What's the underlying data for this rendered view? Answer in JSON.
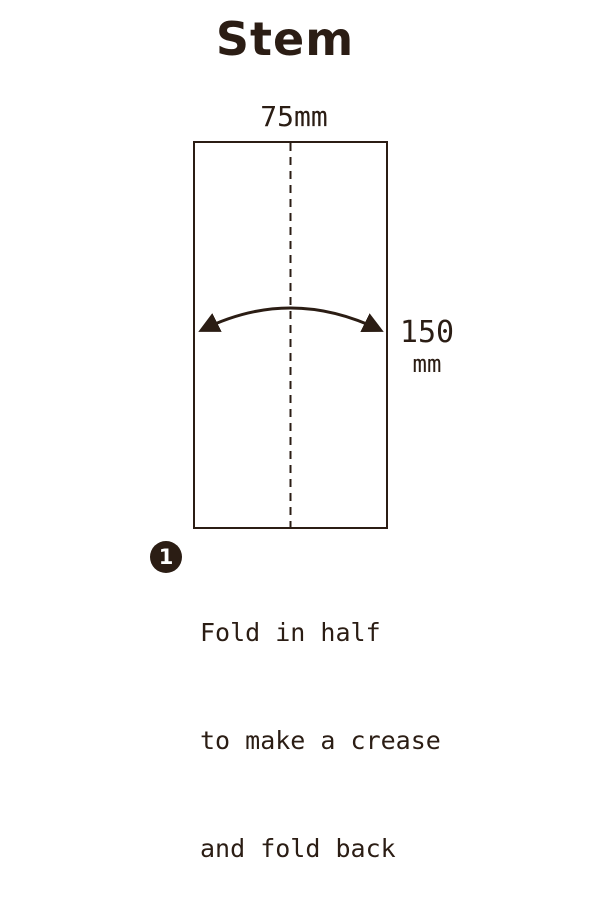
{
  "title": "Stem",
  "dimensions": {
    "width_label": "75mm",
    "height_number": "150",
    "height_unit": "mm"
  },
  "step": {
    "number": "1",
    "lines": [
      "Fold in half",
      "to make a crease",
      "and fold back"
    ]
  },
  "colors": {
    "ink": "#2b1d14",
    "paper": "#ffffff"
  }
}
